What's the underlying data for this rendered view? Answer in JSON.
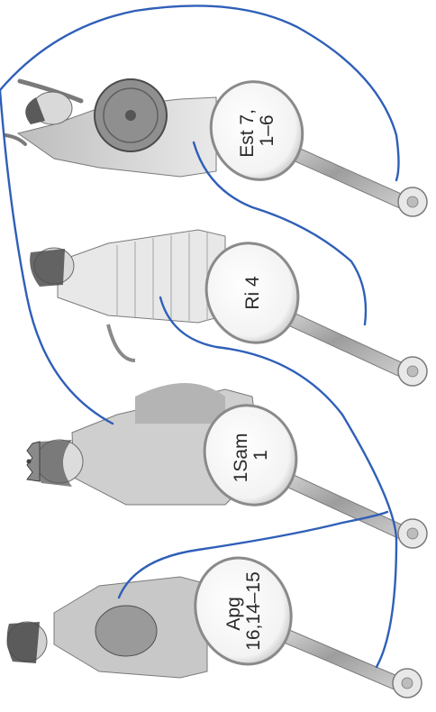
{
  "worksheet": {
    "mirrors": [
      {
        "line1": "Est 7,",
        "line2": "1–6"
      },
      {
        "line1": "Ri 4",
        "line2": ""
      },
      {
        "line1": "1Sam",
        "line2": "1"
      },
      {
        "line1": "Apg",
        "line2": "16,14–15"
      }
    ],
    "colors": {
      "connector_line": "#2f5fb8",
      "figure_shading": "#8a8a8a",
      "mirror_frame": "#9a9a9a"
    },
    "icons": [
      "woman-figure",
      "hand-mirror",
      "crown",
      "shield"
    ]
  }
}
